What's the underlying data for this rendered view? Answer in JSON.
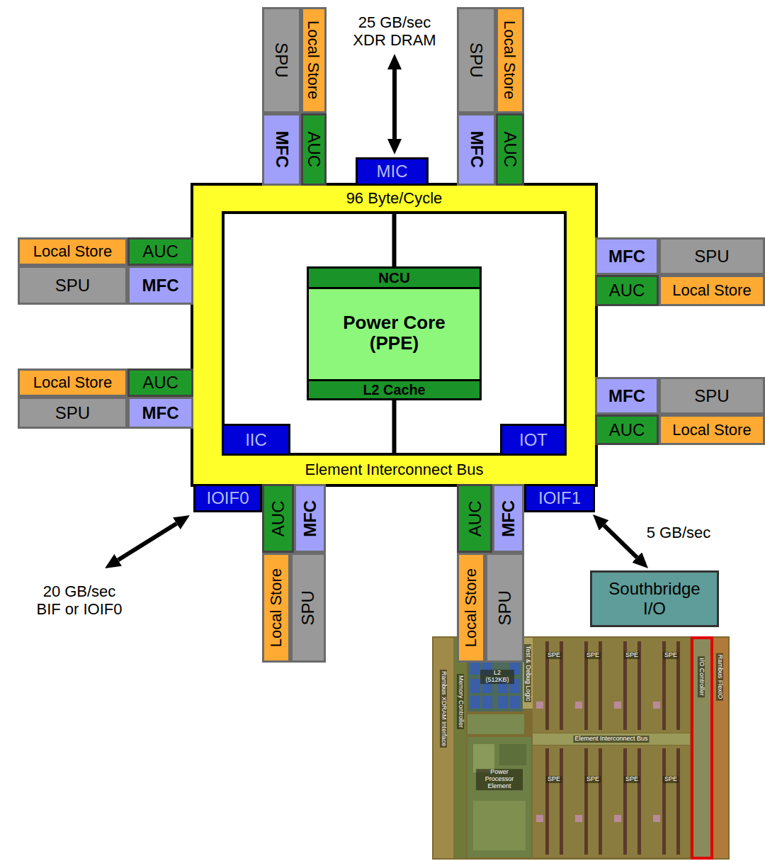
{
  "diagram": {
    "nodes": [
      {
        "text": [
          "96 Byte/Cycle",
          "Element Interconnect Bus"
        ]
      },
      {
        "text": [
          "Power Core (PPE)"
        ],
        "in": 0
      },
      {
        "text": [
          "NCU"
        ],
        "in": 1
      },
      {
        "text": [
          "L2 Cache"
        ],
        "in": 1
      },
      {
        "text": [
          "IIC"
        ],
        "in": 0
      },
      {
        "text": [
          "IOT"
        ],
        "in": 0
      },
      {
        "text": [
          "MIC"
        ]
      },
      {
        "text": [
          "SPU"
        ]
      },
      {
        "text": [
          "Local Store"
        ]
      },
      {
        "text": [
          "MFC"
        ]
      },
      {
        "text": [
          "AUC"
        ]
      },
      {
        "text": [
          "SPU"
        ]
      },
      {
        "text": [
          "Local Store"
        ]
      },
      {
        "text": [
          "MFC"
        ]
      },
      {
        "text": [
          "AUC"
        ]
      },
      {
        "text": [
          "Local Store"
        ]
      },
      {
        "text": [
          "AUC"
        ]
      },
      {
        "text": [
          "SPU"
        ]
      },
      {
        "text": [
          "MFC"
        ]
      },
      {
        "text": [
          "MFC"
        ]
      },
      {
        "text": [
          "SPU"
        ]
      },
      {
        "text": [
          "AUC"
        ]
      },
      {
        "text": [
          "Local Store"
        ]
      },
      {
        "text": [
          "Local Store"
        ]
      },
      {
        "text": [
          "AUC"
        ]
      },
      {
        "text": [
          "SPU"
        ]
      },
      {
        "text": [
          "MFC"
        ]
      },
      {
        "text": [
          "MFC"
        ]
      },
      {
        "text": [
          "SPU"
        ]
      },
      {
        "text": [
          "AUC"
        ]
      },
      {
        "text": [
          "Local Store"
        ]
      },
      {
        "text": [
          "IOIF0"
        ]
      },
      {
        "text": [
          "AUC"
        ]
      },
      {
        "text": [
          "MFC"
        ]
      },
      {
        "text": [
          "Local Store"
        ]
      },
      {
        "text": [
          "SPU"
        ]
      },
      {
        "text": [
          "AUC"
        ]
      },
      {
        "text": [
          "MFC"
        ]
      },
      {
        "text": [
          "IOIF1"
        ]
      },
      {
        "text": [
          "Local Store"
        ]
      },
      {
        "text": [
          "SPU"
        ]
      },
      {
        "text": [
          "Southbridge I/O"
        ]
      }
    ],
    "edges": [
      {
        "from": 0,
        "to": 2,
        "arrow": "none"
      },
      {
        "from": 3,
        "to": 0,
        "arrow": "none"
      },
      {
        "from": 38,
        "to": 41,
        "arrow": "both"
      }
    ],
    "labels": [
      "25 GB/sec XDR DRAM",
      "20 GB/sec BIF or IOIF0",
      "5 GB/sec",
      "Rambus XDRAM Interface",
      "Memory Controller",
      "L2 (512KB)",
      "Test & Debug Logic",
      "SPE",
      "SPE",
      "SPE",
      "SPE",
      "Element Interconnect Bus",
      "Power Processor Element",
      "SPE",
      "SPE",
      "SPE",
      "SPE",
      "I/O Controller",
      "Rambus FlexIO"
    ]
  }
}
